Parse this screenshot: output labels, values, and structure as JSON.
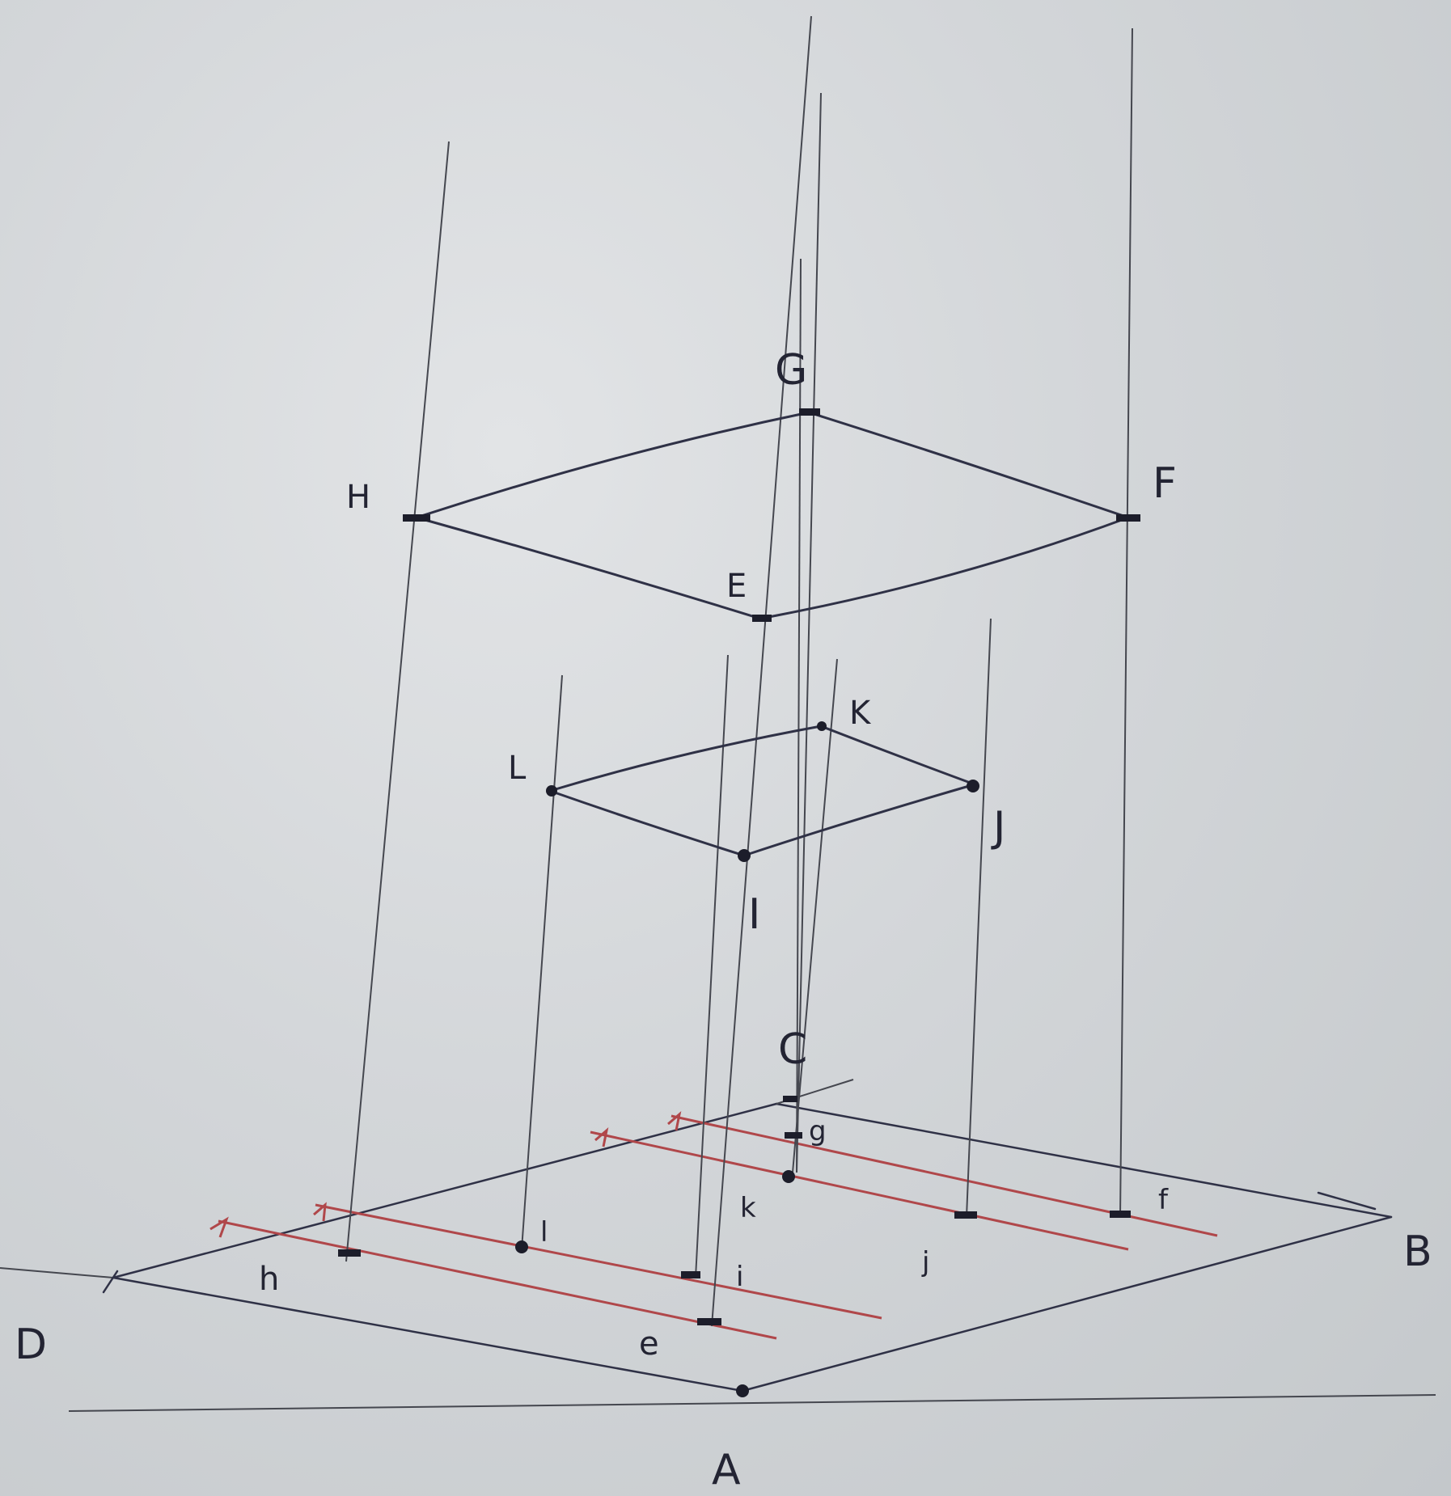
{
  "labels": {
    "A": "A",
    "B": "B",
    "C": "C",
    "D": "D",
    "E": "E",
    "F": "F",
    "G": "G",
    "H": "H",
    "I": "I",
    "J": "J",
    "K": "K",
    "L": "L",
    "e": "e",
    "f": "f",
    "g": "g",
    "h": "h",
    "i": "i",
    "j": "j",
    "k": "k",
    "l": "l"
  },
  "colors": {
    "ink": "#2f3146",
    "pencil": "#45474f",
    "red_construction": "#b0474a",
    "paper": "#d6d9dc"
  }
}
